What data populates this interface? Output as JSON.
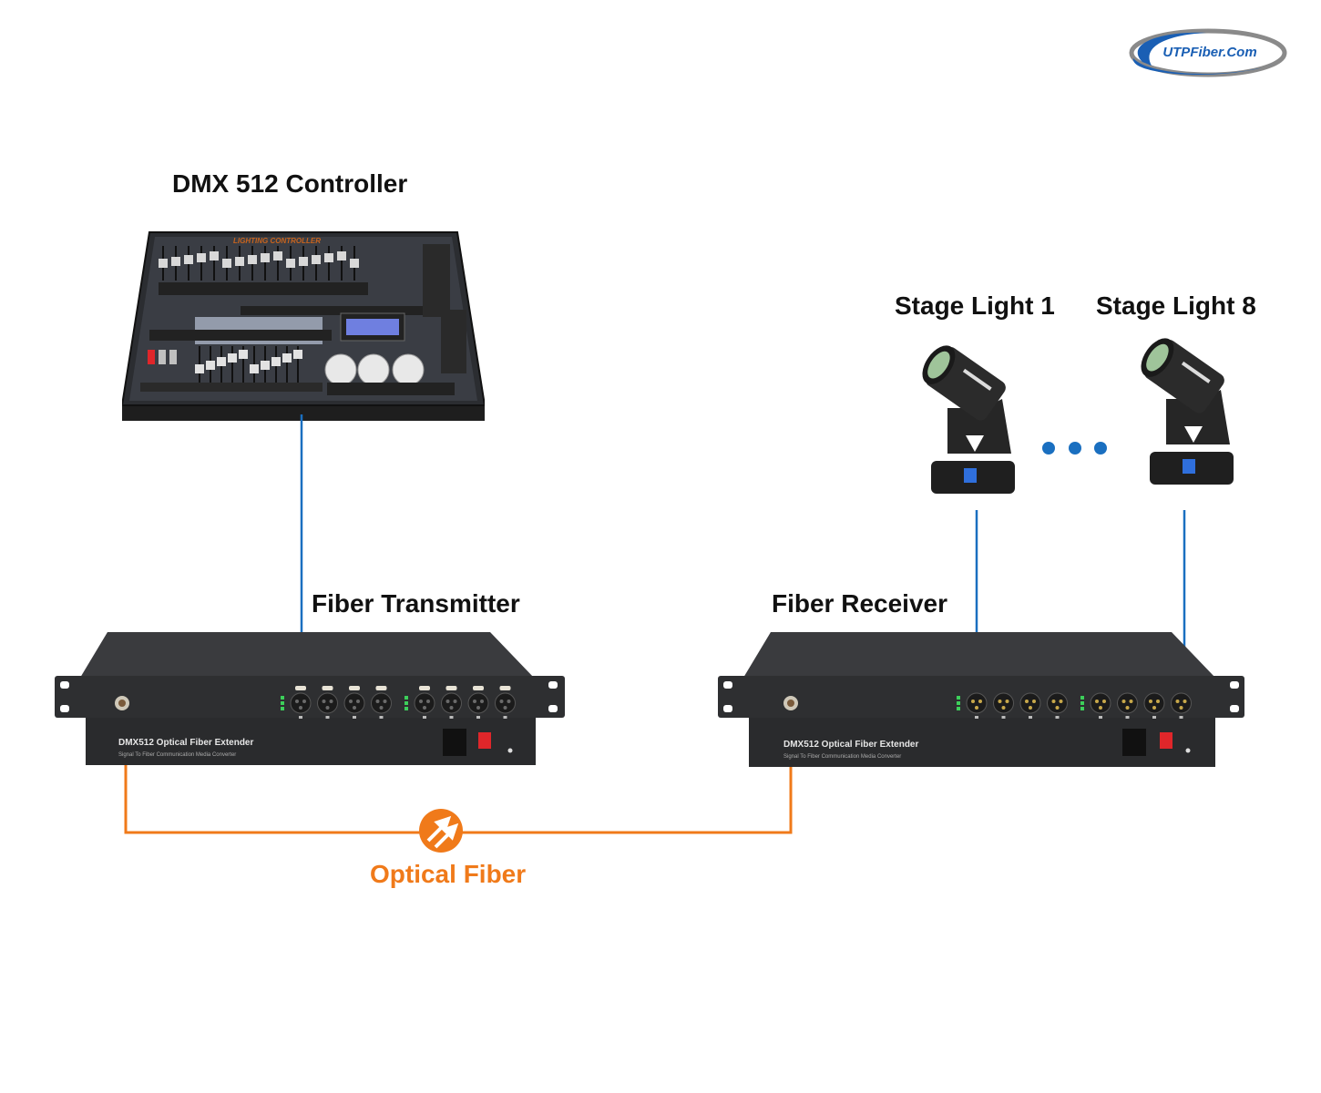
{
  "logo": {
    "text": "UTPFiber.Com"
  },
  "nodes": {
    "controller": {
      "label": "DMX 512 Controller",
      "panel_title": "LIGHTING CONTROLLER"
    },
    "transmitter": {
      "label": "Fiber Transmitter",
      "device_name": "DMX512 Optical Fiber Extender",
      "device_subtitle": "Signal To Fiber Communication Media Converter",
      "port_count": 8,
      "connector_type": "female"
    },
    "receiver": {
      "label": "Fiber Receiver",
      "device_name": "DMX512 Optical Fiber Extender",
      "device_subtitle": "Signal To Fiber Communication Media Converter",
      "port_count": 8,
      "connector_type": "male"
    },
    "light_first": {
      "label": "Stage Light 1"
    },
    "light_last": {
      "label": "Stage Light 8"
    }
  },
  "links": {
    "optical": {
      "label": "Optical Fiber",
      "icon": "fiber-arrows-icon"
    }
  },
  "colors": {
    "dmx_cable": "#1a6fc0",
    "optical_fiber": "#f07a1a",
    "ellipsis_dots": "#1a6fc0",
    "logo_blue": "#1a5fb4",
    "logo_gray": "#8a8a8a"
  }
}
